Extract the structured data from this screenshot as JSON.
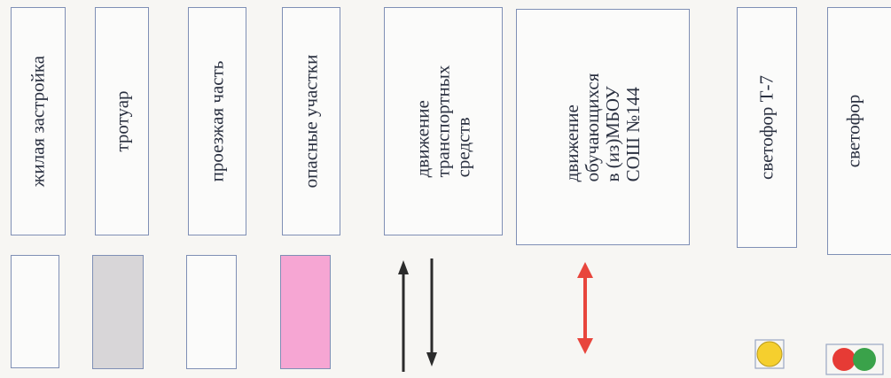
{
  "legend": {
    "items": [
      {
        "id": "residential",
        "label_lines": [
          "жилая застройка"
        ],
        "swatch_color": "#fbfbfa"
      },
      {
        "id": "sidewalk",
        "label_lines": [
          "тротуар"
        ],
        "swatch_color": "#d8d6d8"
      },
      {
        "id": "roadway",
        "label_lines": [
          "проезжая часть"
        ],
        "swatch_color": "#fbfbfa"
      },
      {
        "id": "danger-zones",
        "label_lines": [
          "опасные участки"
        ],
        "swatch_color": "#f6a6d3"
      },
      {
        "id": "vehicle-traffic",
        "label_lines": [
          "движение",
          "транспортных",
          "средств"
        ],
        "icon": "double-arrow-opposite-icon",
        "arrow_color": "#2b2b2b"
      },
      {
        "id": "student-movement",
        "label_lines": [
          "движение",
          "обучающихся",
          "в (из)МБОУ",
          "СОШ №144"
        ],
        "icon": "double-headed-arrow-icon",
        "arrow_color": "#e8453c"
      },
      {
        "id": "t7-signal",
        "label_lines": [
          "светофор Т-7"
        ],
        "icon": "pedestrian-signal-icon",
        "light_color": "#f5cf2e"
      },
      {
        "id": "traffic-light",
        "label_lines": [
          "светофор"
        ],
        "icon": "traffic-light-icon",
        "light_colors": [
          "#e63b35",
          "#3aa24a"
        ]
      }
    ]
  }
}
